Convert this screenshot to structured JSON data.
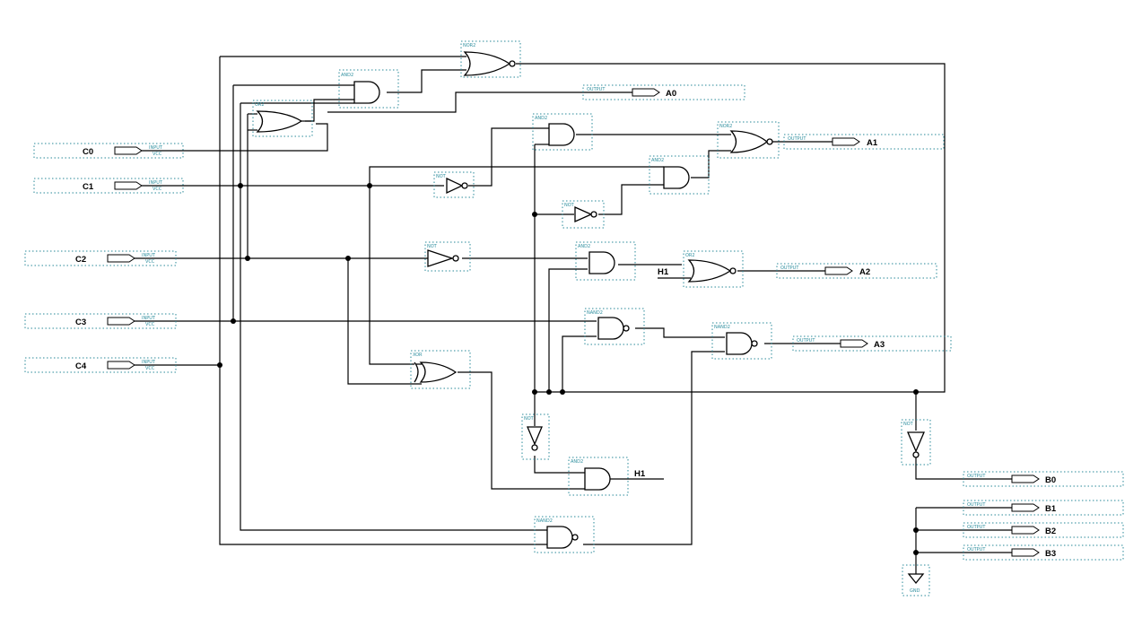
{
  "inputs": [
    "C0",
    "C1",
    "C2",
    "C3",
    "C4"
  ],
  "outputs": [
    "A0",
    "A1",
    "A2",
    "A3",
    "B0",
    "B1",
    "B2",
    "B3"
  ],
  "hidden_net": "H1",
  "component_types": {
    "input": "INPUT",
    "input_vcc": "VCC",
    "output": "OUTPUT",
    "and2": "AND2",
    "or2": "OR2",
    "nand2": "NAND2",
    "nor2": "NOR2",
    "not": "NOT",
    "xor": "XOR",
    "gnd": "GND"
  },
  "colors": {
    "wire": "#000000",
    "component_outline": "#2a8a9a"
  }
}
